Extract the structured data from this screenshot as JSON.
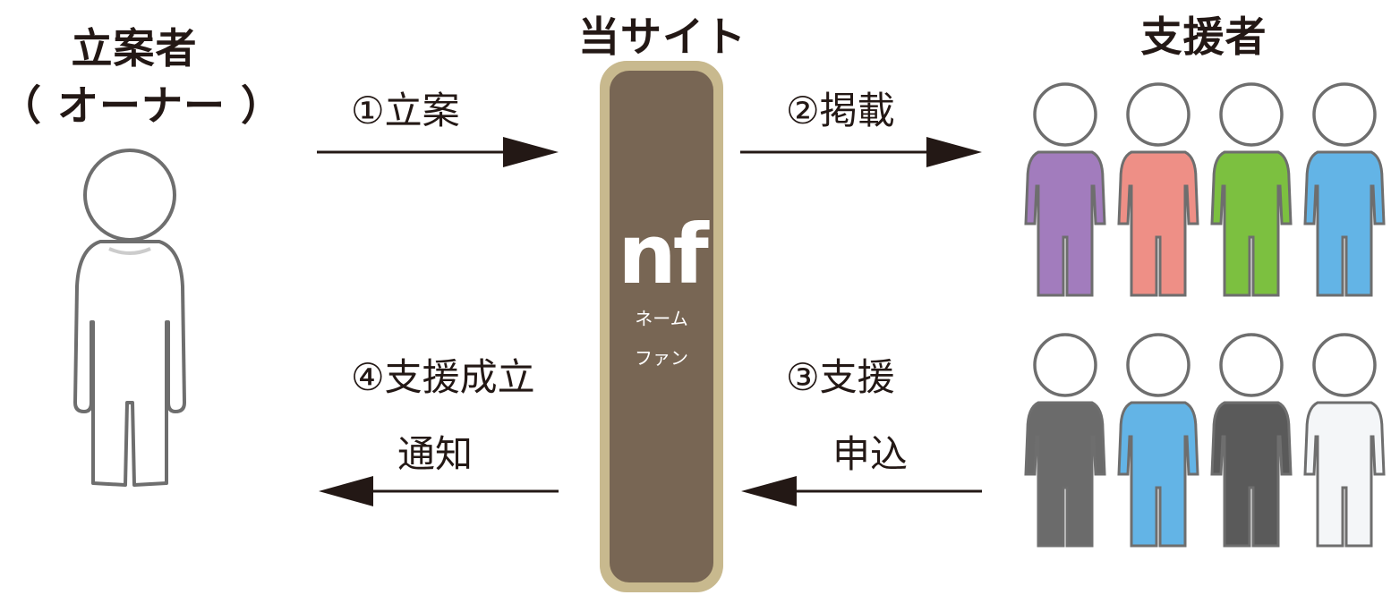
{
  "owner": {
    "title": "立案者",
    "subtitle": "（ オーナー ）"
  },
  "site": {
    "title": "当サイト",
    "logo_text": "nf",
    "name_line1": "ネーム",
    "name_line2": "ファン"
  },
  "supporters": {
    "title": "支援者"
  },
  "steps": {
    "step1": "①立案",
    "step2": "②掲載",
    "step3_line1": "③支援",
    "step3_line2": "申込",
    "step4_line1": "④支援成立",
    "step4_line2": "通知"
  },
  "colors": {
    "ink": "#231815",
    "pillar_fill": "#786654",
    "pillar_border": "#c8b98e",
    "outline": "#6e6e6e",
    "purple": "#a27cbd",
    "purple_pants": "#8a5fa6",
    "salmon": "#ee8f86",
    "salmon_pants": "#cf5a56",
    "green": "#7cc040",
    "green_pants": "#5a8e34",
    "blue": "#63b4e6",
    "blue_pants": "#3f8ecc",
    "suit": "#6b6b6b",
    "suit_dark": "#3a3a3a"
  }
}
